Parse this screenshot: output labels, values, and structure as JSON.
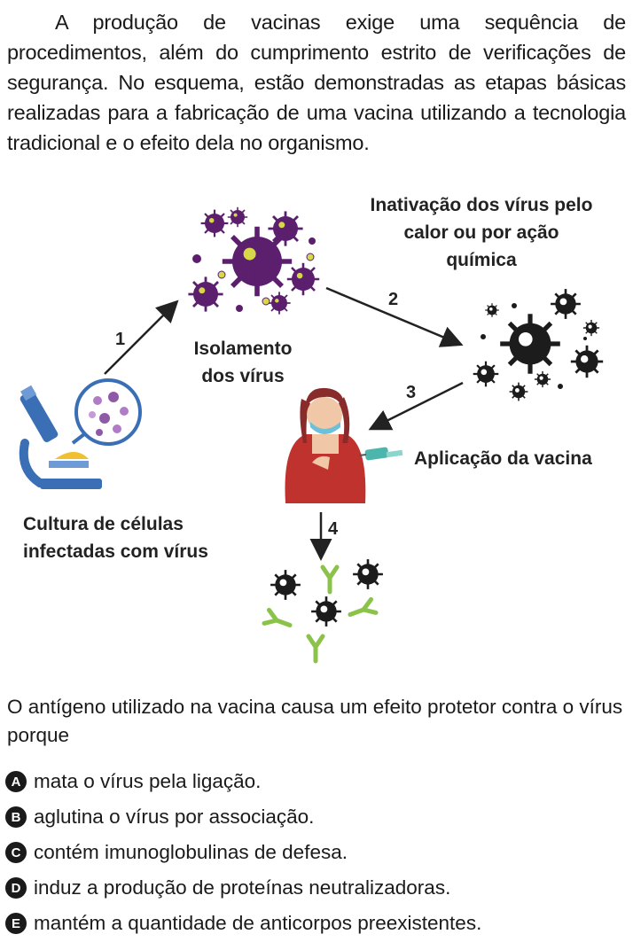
{
  "intro": {
    "text": "A produção de vacinas exige uma sequência de procedimentos, além do cumprimento estrito de verificações de segurança. No esquema, estão demonstradas as etapas básicas realizadas para a fabricação de uma vacina utilizando a tecnologia tradicional e o efeito dela no organismo."
  },
  "figure": {
    "steps": {
      "s1": "1",
      "s2": "2",
      "s3": "3",
      "s4": "4"
    },
    "labels": {
      "isolation_line1": "Isolamento",
      "isolation_line2": "dos vírus",
      "inactivation_line1": "Inativação dos vírus pelo",
      "inactivation_line2": "calor ou por ação",
      "inactivation_line3": "química",
      "application": "Aplicação da vacina",
      "culture_line1": "Cultura de células",
      "culture_line2": "infectadas com vírus"
    },
    "colors": {
      "virus_purple": "#5b1f6e",
      "virus_spots": "#d6d84a",
      "inactive_virus": "#1c1c1c",
      "antibody_green": "#8bc34a",
      "microscope_blue": "#3a6fb6",
      "dress_red": "#c0322e",
      "syringe_teal": "#4db6ac"
    },
    "icons": [
      "microscope-icon",
      "virus-cluster-icon",
      "inactivated-virus-icon",
      "woman-receiving-vaccine-icon",
      "antibody-icon"
    ]
  },
  "question": {
    "text": "O antígeno utilizado na vacina causa um efeito protetor contra o vírus porque"
  },
  "options": [
    {
      "letter": "A",
      "text": "mata o vírus pela ligação."
    },
    {
      "letter": "B",
      "text": "aglutina o vírus por associação."
    },
    {
      "letter": "C",
      "text": "contém imunoglobulinas de defesa."
    },
    {
      "letter": "D",
      "text": "induz a produção de proteínas neutralizadoras."
    },
    {
      "letter": "E",
      "text": "mantém a quantidade de anticorpos preexistentes."
    }
  ]
}
